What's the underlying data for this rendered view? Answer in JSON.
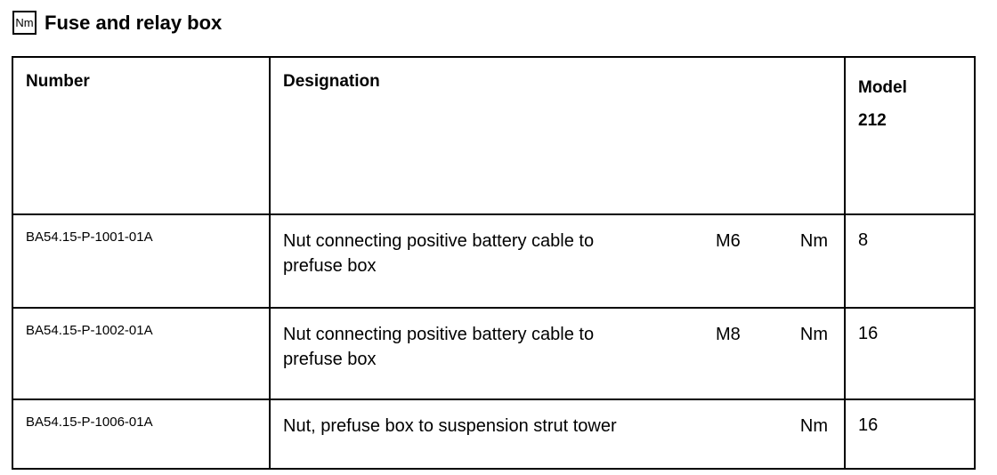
{
  "header": {
    "unit_badge": "Nm",
    "title": "Fuse and relay box"
  },
  "table": {
    "columns": {
      "number": "Number",
      "designation": "Designation",
      "model_line1": "Model",
      "model_line2": "212"
    },
    "rows": [
      {
        "number": "BA54.15-P-1001-01A",
        "designation": "Nut connecting positive battery cable to prefuse box",
        "thread_size": "M6",
        "unit": "Nm",
        "value": "8"
      },
      {
        "number": "BA54.15-P-1002-01A",
        "designation": "Nut connecting positive battery cable to prefuse box",
        "thread_size": "M8",
        "unit": "Nm",
        "value": "16"
      },
      {
        "number": "BA54.15-P-1006-01A",
        "designation": "Nut, prefuse box to suspension strut tower",
        "thread_size": "",
        "unit": "Nm",
        "value": "16"
      }
    ]
  }
}
